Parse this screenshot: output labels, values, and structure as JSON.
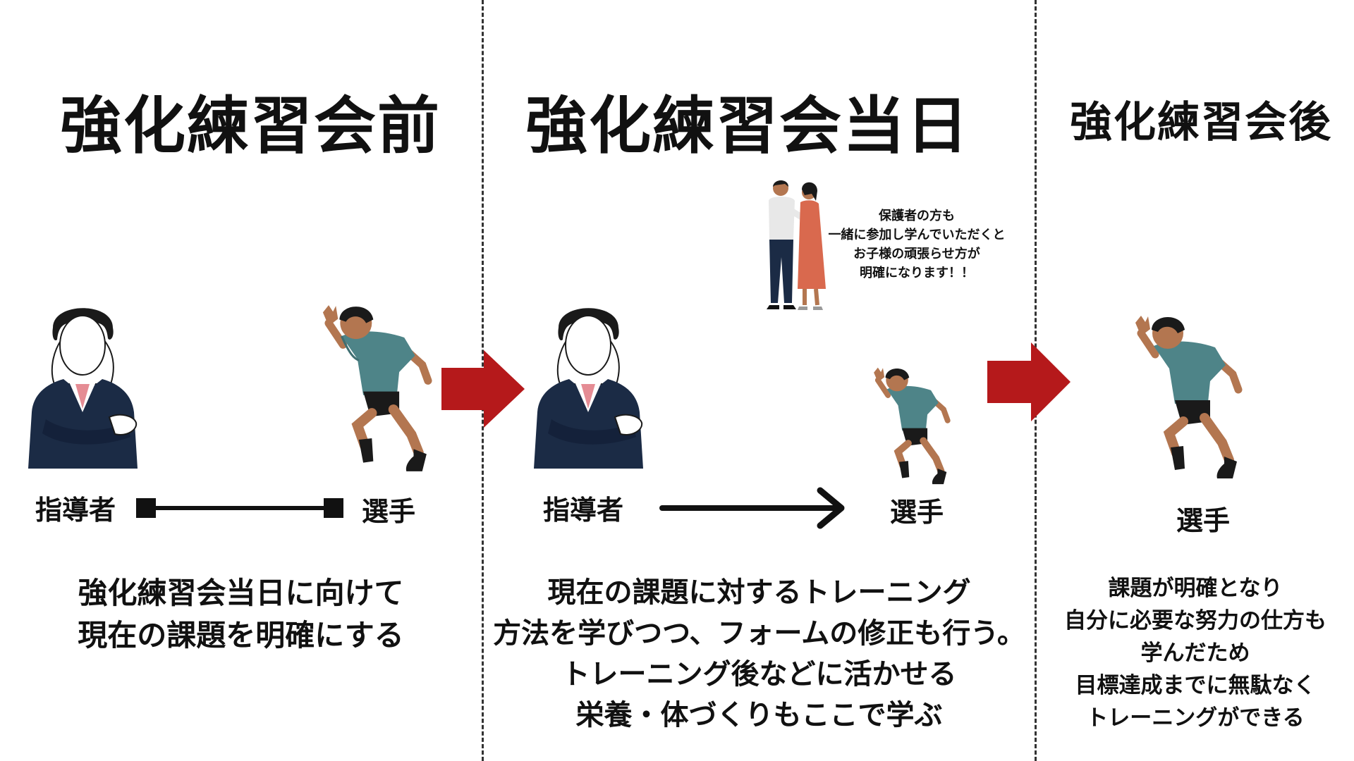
{
  "colors": {
    "arrow_red": "#B5191B",
    "ink": "#111111",
    "suit": "#1B2B45",
    "shirt_teal": "#4E8488",
    "skin": "#B37650",
    "dress": "#D9694E"
  },
  "sections": [
    {
      "title": "強化練習会前",
      "coach_label": "指導者",
      "athlete_label": "選手",
      "caption": [
        "強化練習会当日に向けて",
        "現在の課題を明確にする"
      ]
    },
    {
      "title": "強化練習会当日",
      "coach_label": "指導者",
      "athlete_label": "選手",
      "note": [
        "保護者の方も",
        "一緒に参加し学んでいただくと",
        "お子様の頑張らせ方が",
        "明確になります！！"
      ],
      "caption": [
        "現在の課題に対するトレーニング",
        "方法を学びつつ、フォームの修正も行う。",
        "トレーニング後などに活かせる",
        "栄養・体づくりもここで学ぶ"
      ]
    },
    {
      "title": "強化練習会後",
      "athlete_label": "選手",
      "caption": [
        "課題が明確となり",
        "自分に必要な努力の仕方も",
        "学んだため",
        "目標達成までに無駄なく",
        "トレーニングができる"
      ]
    }
  ],
  "icons": [
    "coach-icon",
    "runner-icon",
    "parents-icon",
    "right-arrow-icon"
  ]
}
